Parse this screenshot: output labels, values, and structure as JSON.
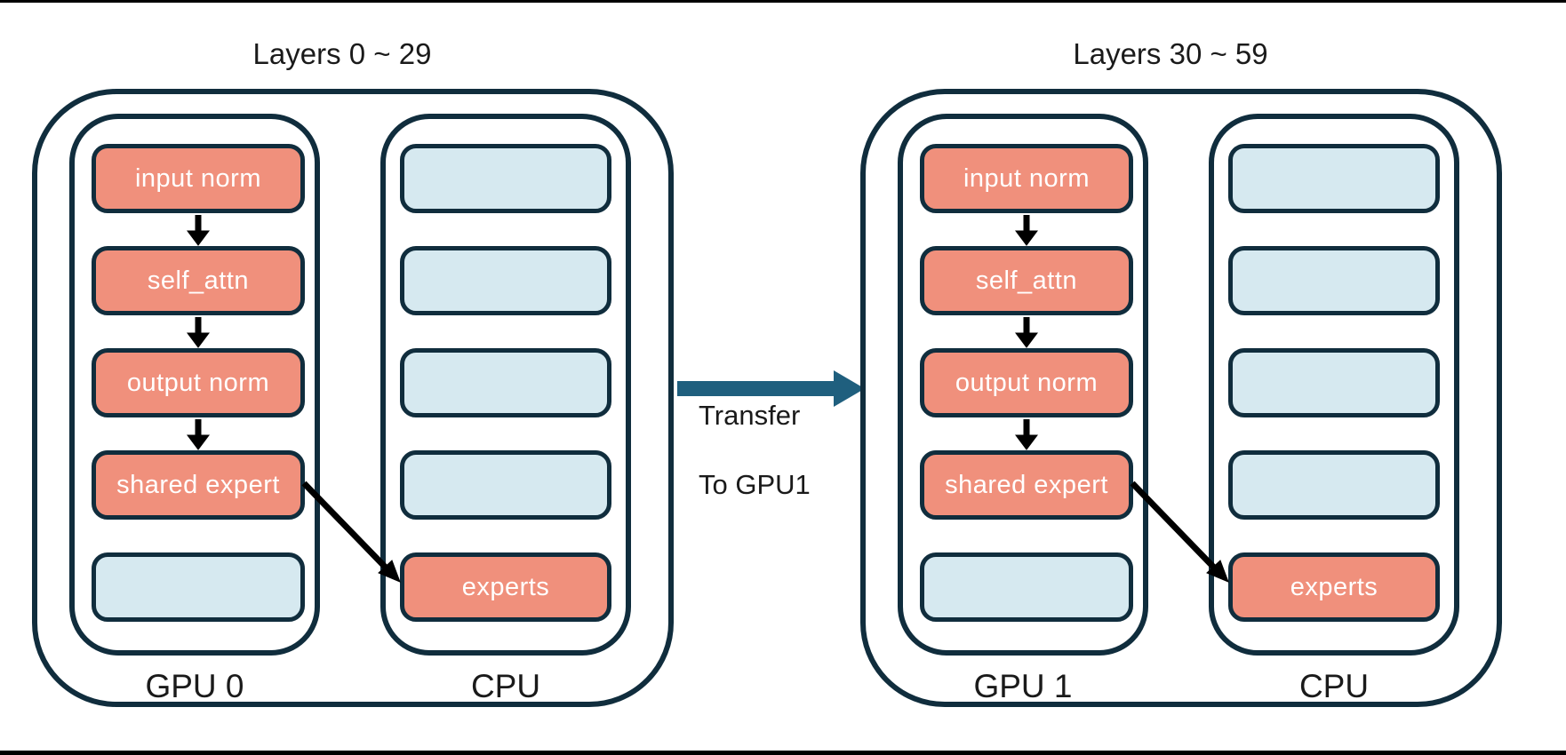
{
  "colors": {
    "outline": "#102d3d",
    "module_fill": "#f0907c",
    "empty_slot_fill": "#d6e9f0",
    "transfer_arrow": "#1f5f7e",
    "flow_arrow": "#000000",
    "text_dark": "#1a1a1a",
    "module_text": "#ffffff"
  },
  "groups": [
    {
      "title": "Layers 0 ~ 29",
      "gpu_label": "GPU 0",
      "cpu_label": "CPU",
      "gpu_boxes": [
        {
          "label": "input norm",
          "type": "salmon"
        },
        {
          "label": "self_attn",
          "type": "salmon"
        },
        {
          "label": "output norm",
          "type": "salmon"
        },
        {
          "label": "shared expert",
          "type": "salmon"
        },
        {
          "label": "",
          "type": "blue"
        }
      ],
      "cpu_boxes": [
        {
          "label": "",
          "type": "blue"
        },
        {
          "label": "",
          "type": "blue"
        },
        {
          "label": "",
          "type": "blue"
        },
        {
          "label": "",
          "type": "blue"
        },
        {
          "label": "experts",
          "type": "salmon"
        }
      ]
    },
    {
      "title": "Layers 30 ~ 59",
      "gpu_label": "GPU 1",
      "cpu_label": "CPU",
      "gpu_boxes": [
        {
          "label": "input norm",
          "type": "salmon"
        },
        {
          "label": "self_attn",
          "type": "salmon"
        },
        {
          "label": "output norm",
          "type": "salmon"
        },
        {
          "label": "shared expert",
          "type": "salmon"
        },
        {
          "label": "",
          "type": "blue"
        }
      ],
      "cpu_boxes": [
        {
          "label": "",
          "type": "blue"
        },
        {
          "label": "",
          "type": "blue"
        },
        {
          "label": "",
          "type": "blue"
        },
        {
          "label": "",
          "type": "blue"
        },
        {
          "label": "experts",
          "type": "salmon"
        }
      ]
    }
  ],
  "transfer": {
    "label_line1": "Transfer",
    "label_line2": "To GPU1"
  }
}
